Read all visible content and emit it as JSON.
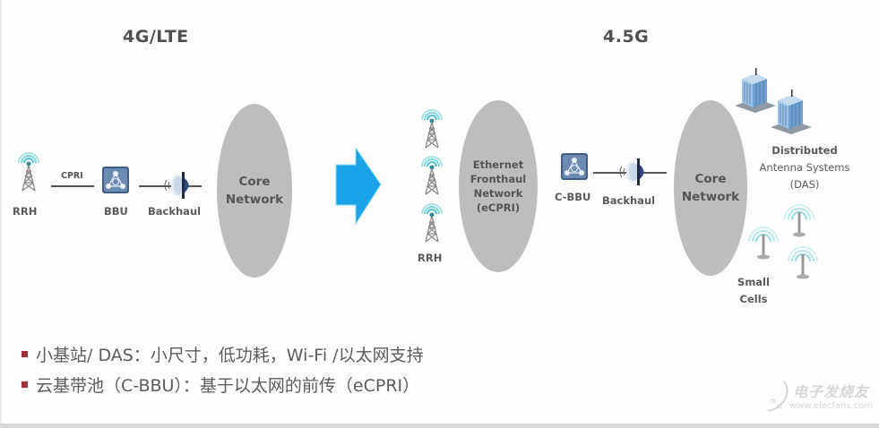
{
  "sections": {
    "left_title": "4G/LTE",
    "right_title": "4.5G"
  },
  "left_diagram": {
    "rrh_label": "RRH",
    "link_label": "CPRI",
    "bbu_label": "BBU",
    "backhaul_label": "Backhaul",
    "core_line1": "Core",
    "core_line2": "Network"
  },
  "transition_arrow": {
    "icon": "right-arrow-icon",
    "color": "#1aa3e8"
  },
  "right_diagram": {
    "rrh_label": "RRH",
    "fronthaul_lines": [
      "Ethernet",
      "Fronthaul",
      "Network",
      "(eCPRI)"
    ],
    "cbbu_label": "C-BBU",
    "backhaul_label": "Backhaul",
    "core_line1": "Core",
    "core_line2": "Network",
    "das_lines": [
      "Distributed",
      "Antenna Systems",
      "(DAS)"
    ],
    "small_cells_lines": [
      "Small",
      "Cells"
    ]
  },
  "bullets": [
    "小基站/ DAS：小尺寸，低功耗，Wi-Fi /以太网支持",
    "云基带池（C-BBU）：基于以太网的前传（eCPRI）"
  ],
  "colors": {
    "core_ellipse": "#bdbdbd",
    "bullet_marker": "#a3303f",
    "signal_wave": "#7fd6dc"
  },
  "watermark": {
    "brand": "电子发烧友",
    "url": "www.elecfans.com"
  }
}
